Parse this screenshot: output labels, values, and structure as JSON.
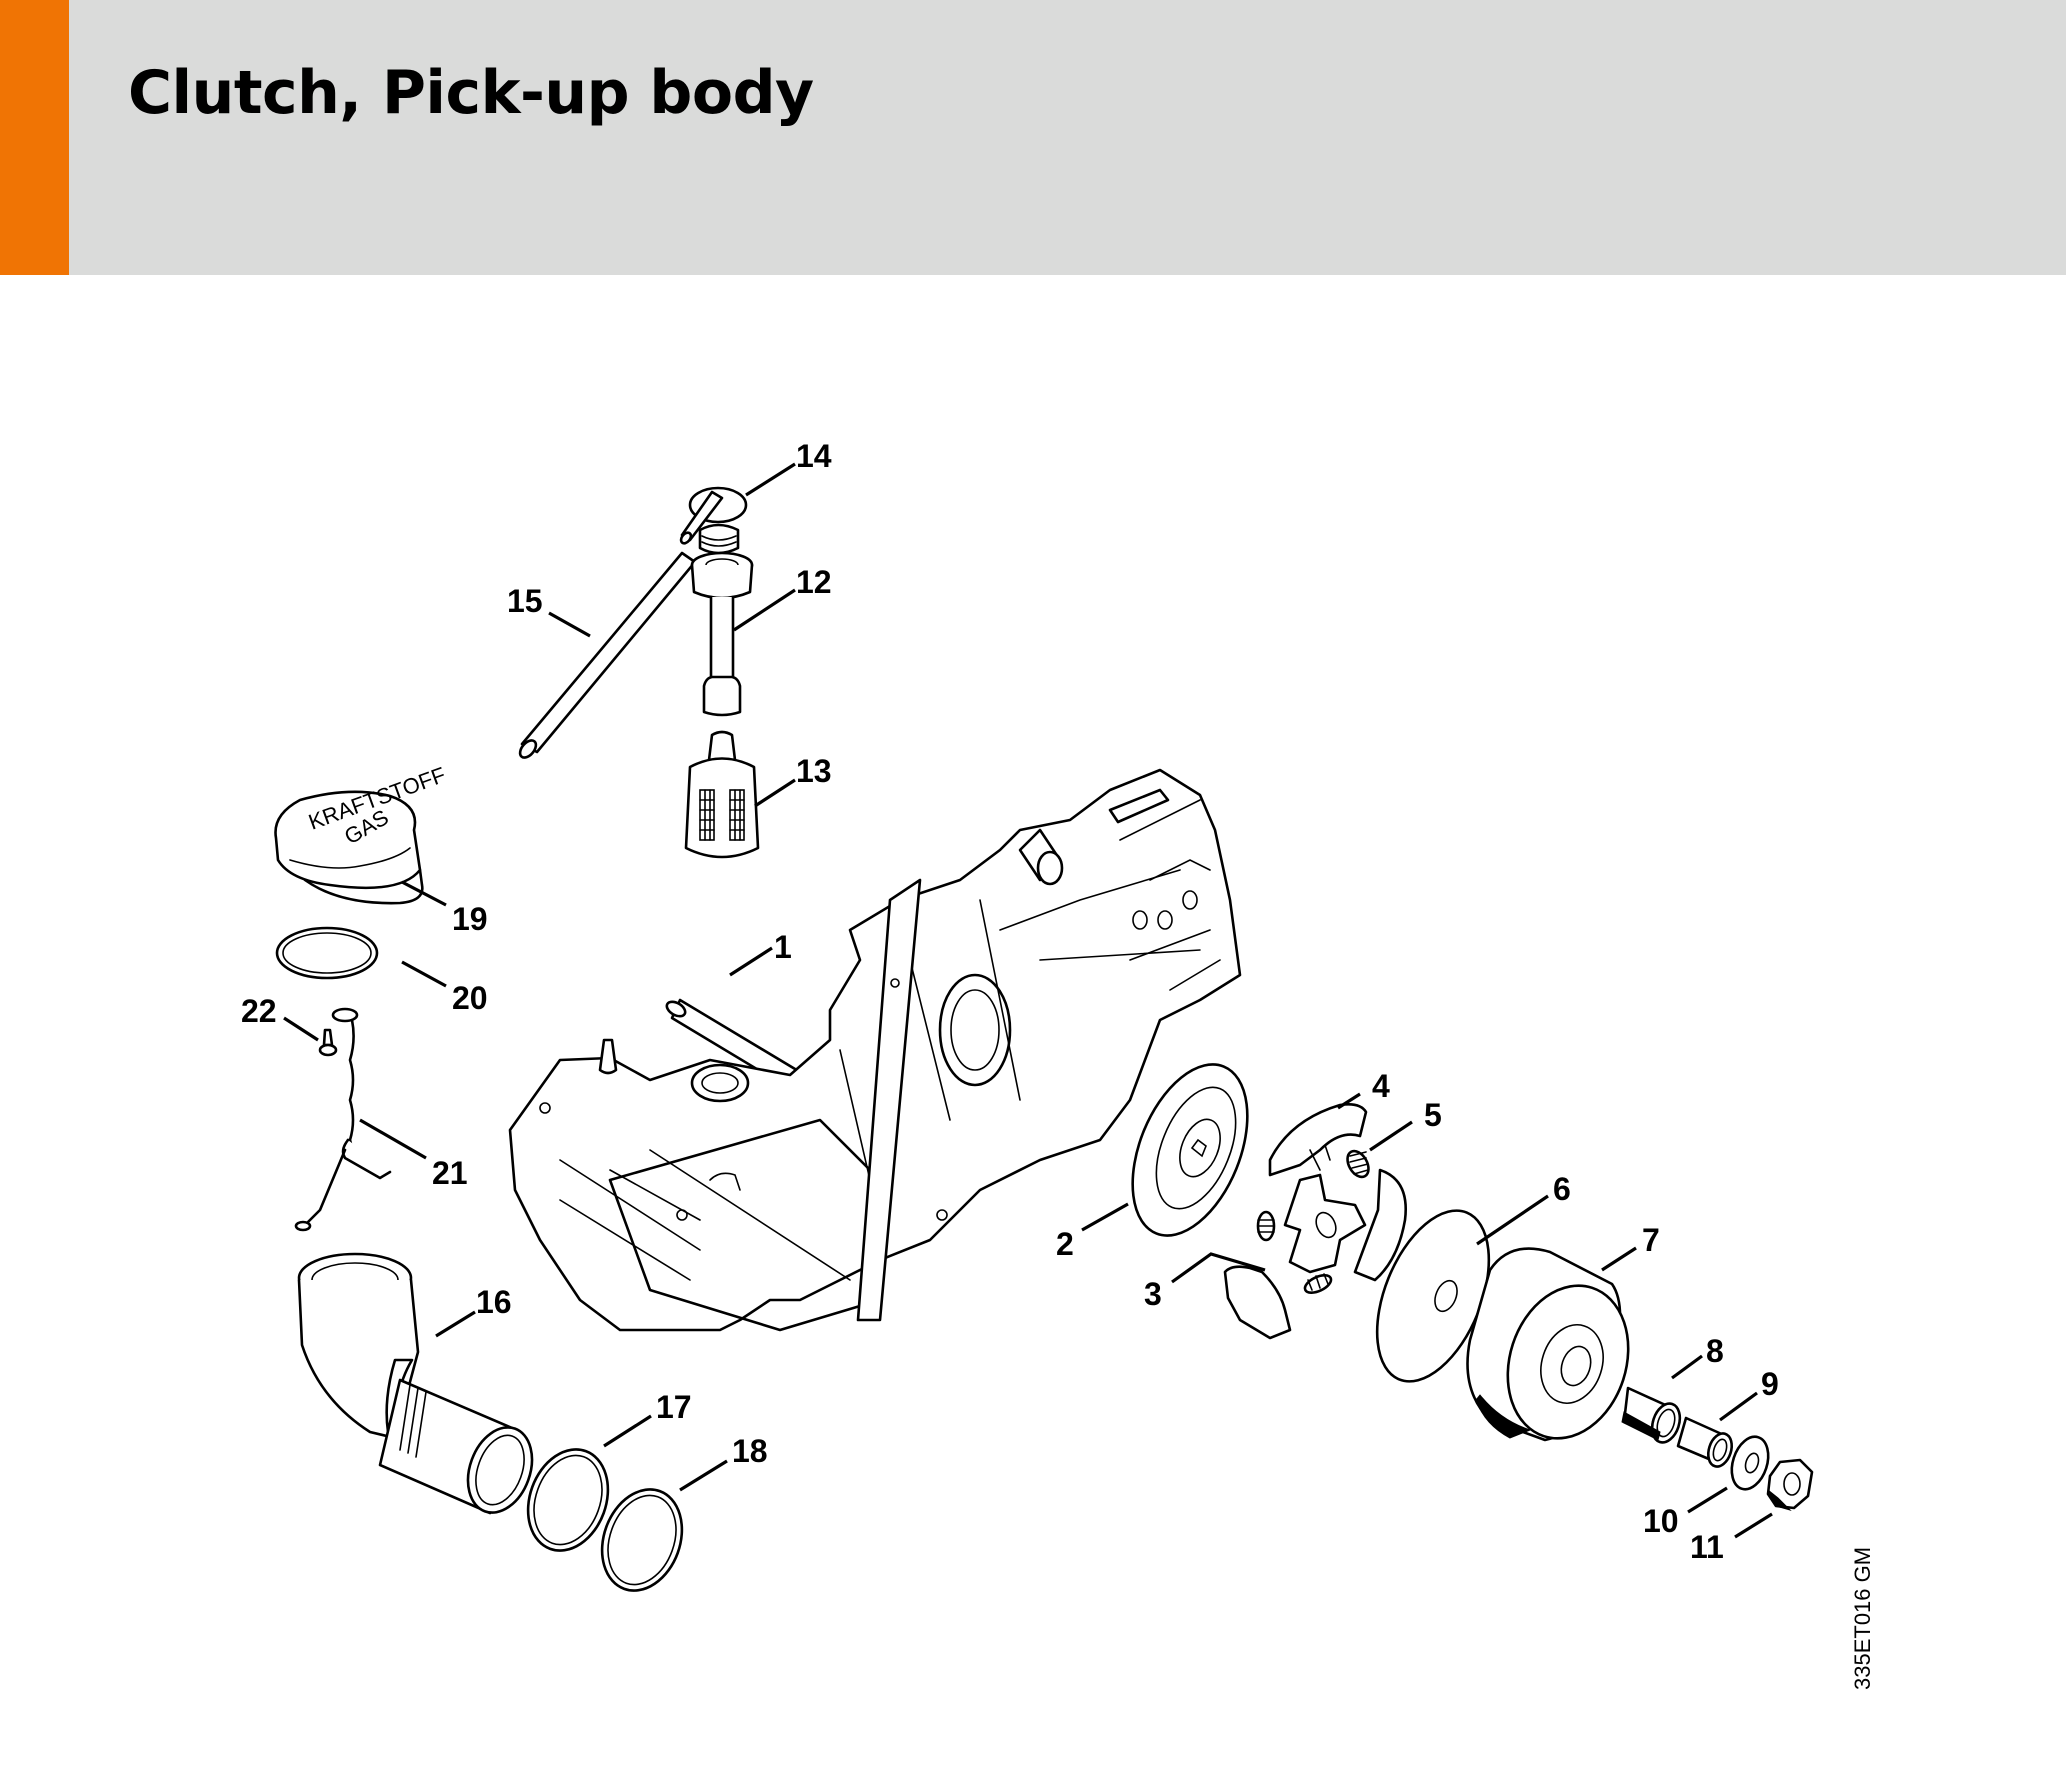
{
  "header": {
    "title": "Clutch, Pick-up body",
    "accent_color": "#f07404",
    "background_color": "#dadbda"
  },
  "diagram": {
    "reference_code": "335ET016 GM",
    "parts": [
      {
        "number": "1",
        "name": "pin"
      },
      {
        "number": "2",
        "name": "disc"
      },
      {
        "number": "3",
        "name": "clutch-shoe"
      },
      {
        "number": "4",
        "name": "clutch-shoe"
      },
      {
        "number": "5",
        "name": "spring"
      },
      {
        "number": "6",
        "name": "washer"
      },
      {
        "number": "7",
        "name": "clutch-drum"
      },
      {
        "number": "8",
        "name": "needle-cage"
      },
      {
        "number": "9",
        "name": "sleeve"
      },
      {
        "number": "10",
        "name": "washer"
      },
      {
        "number": "11",
        "name": "nut"
      },
      {
        "number": "12",
        "name": "pick-up-body"
      },
      {
        "number": "13",
        "name": "filter"
      },
      {
        "number": "14",
        "name": "fitting"
      },
      {
        "number": "15",
        "name": "hose"
      },
      {
        "number": "16",
        "name": "elbow-connector"
      },
      {
        "number": "17",
        "name": "o-ring"
      },
      {
        "number": "18",
        "name": "o-ring"
      },
      {
        "number": "19",
        "name": "filler-cap"
      },
      {
        "number": "20",
        "name": "seal"
      },
      {
        "number": "21",
        "name": "chain"
      },
      {
        "number": "22",
        "name": "screw"
      }
    ],
    "cap_text": [
      "KRAFTSTOFF",
      "GAS"
    ]
  }
}
